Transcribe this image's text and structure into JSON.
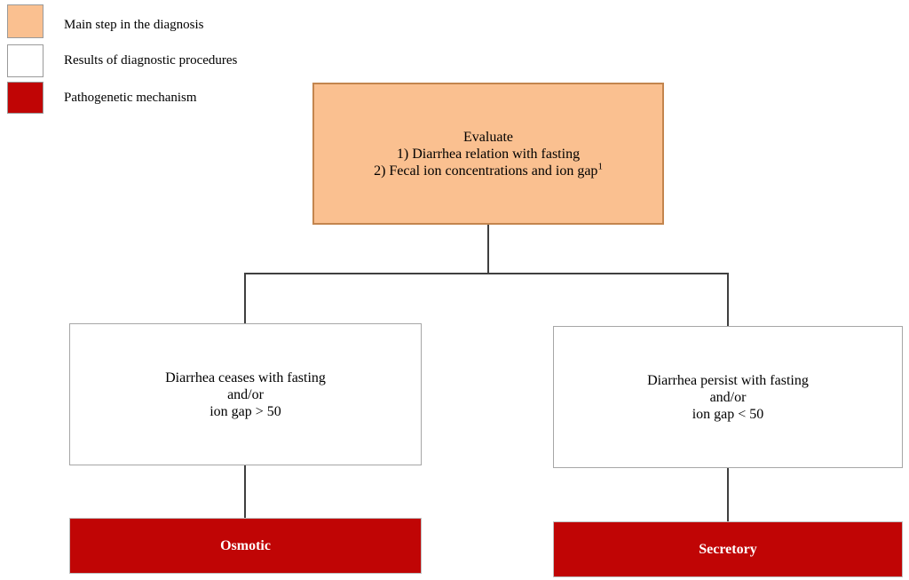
{
  "colors": {
    "main_step_fill": "#FAC090",
    "main_step_border": "#C3854E",
    "result_fill": "#FFFFFF",
    "result_border": "#A6A6A6",
    "mechanism_fill": "#C00505",
    "mechanism_text": "#FFFFFF",
    "connector": "#3F3F3F"
  },
  "legend": {
    "items": [
      {
        "label": "Main step in the diagnosis",
        "color": "#FAC090"
      },
      {
        "label": "Results of diagnostic procedures",
        "color": "#FFFFFF"
      },
      {
        "label": "Pathogenetic mechanism",
        "color": "#C00505"
      }
    ]
  },
  "flowchart": {
    "evaluate": {
      "line1": "Evaluate",
      "line2": "1) Diarrhea relation with fasting",
      "line3": "2) Fecal ion concentrations and ion gap",
      "footnote_marker": "1"
    },
    "left_result": {
      "line1": "Diarrhea ceases with fasting",
      "line2": "and/or",
      "line3": "ion gap > 50"
    },
    "right_result": {
      "line1": "Diarrhea persist with fasting",
      "line2": "and/or",
      "line3": "ion gap < 50"
    },
    "left_outcome": "Osmotic",
    "right_outcome": "Secretory"
  }
}
